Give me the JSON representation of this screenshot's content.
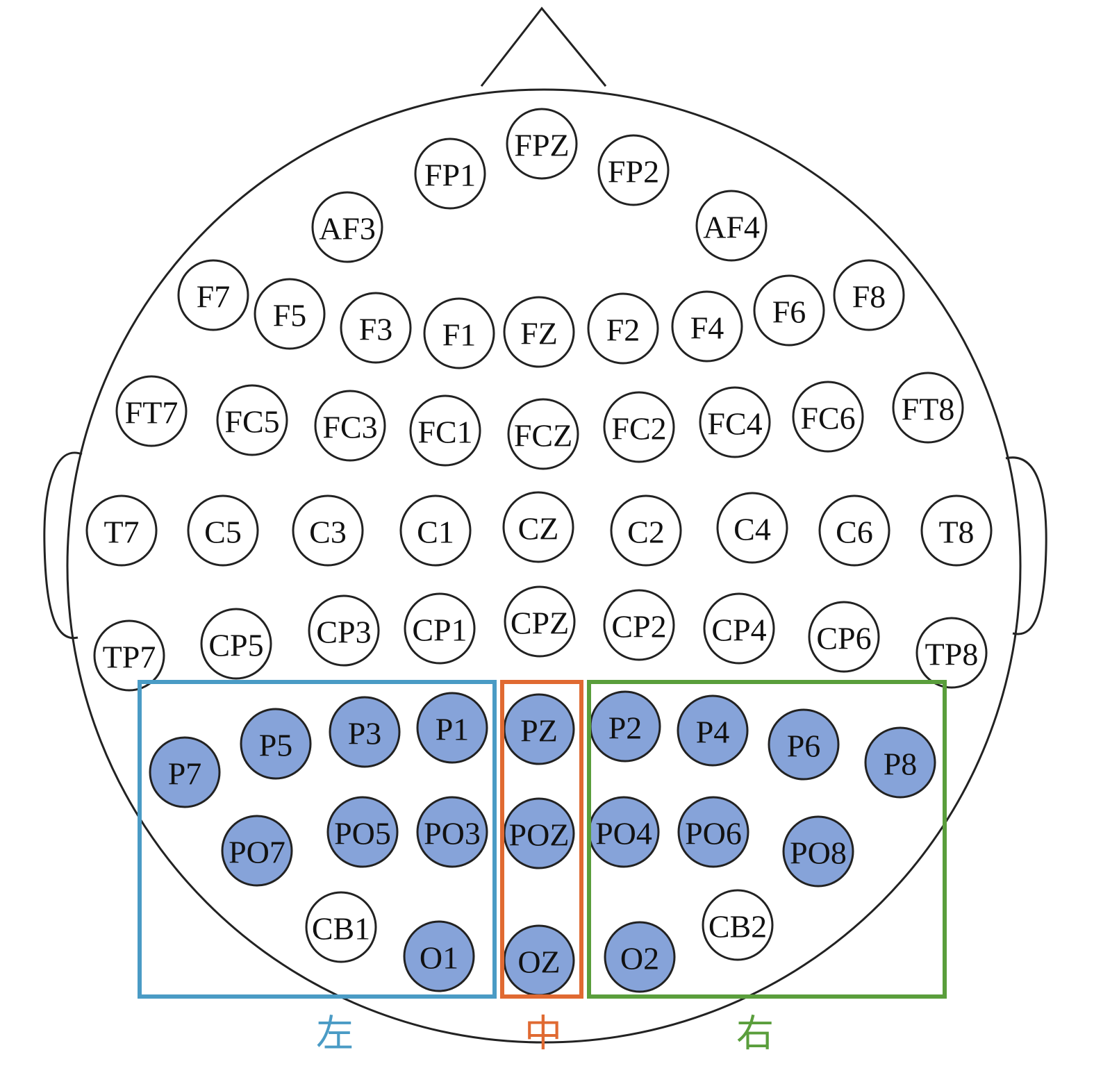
{
  "colors": {
    "highlight_fill": "#86a3d9",
    "plain_fill": "#ffffff",
    "outline": "#222222",
    "left_region": "#4a9bc5",
    "middle_region": "#e06a32",
    "right_region": "#5a9e3c"
  },
  "regions": {
    "left": {
      "label": "左"
    },
    "middle": {
      "label": "中"
    },
    "right": {
      "label": "右"
    }
  },
  "electrodes": [
    {
      "id": "FPZ",
      "highlighted": false
    },
    {
      "id": "FP1",
      "highlighted": false
    },
    {
      "id": "FP2",
      "highlighted": false
    },
    {
      "id": "AF3",
      "highlighted": false
    },
    {
      "id": "AF4",
      "highlighted": false
    },
    {
      "id": "F7",
      "highlighted": false
    },
    {
      "id": "F5",
      "highlighted": false
    },
    {
      "id": "F3",
      "highlighted": false
    },
    {
      "id": "F1",
      "highlighted": false
    },
    {
      "id": "FZ",
      "highlighted": false
    },
    {
      "id": "F2",
      "highlighted": false
    },
    {
      "id": "F4",
      "highlighted": false
    },
    {
      "id": "F6",
      "highlighted": false
    },
    {
      "id": "F8",
      "highlighted": false
    },
    {
      "id": "FT7",
      "highlighted": false
    },
    {
      "id": "FC5",
      "highlighted": false
    },
    {
      "id": "FC3",
      "highlighted": false
    },
    {
      "id": "FC1",
      "highlighted": false
    },
    {
      "id": "FCZ",
      "highlighted": false
    },
    {
      "id": "FC2",
      "highlighted": false
    },
    {
      "id": "FC4",
      "highlighted": false
    },
    {
      "id": "FC6",
      "highlighted": false
    },
    {
      "id": "FT8",
      "highlighted": false
    },
    {
      "id": "T7",
      "highlighted": false
    },
    {
      "id": "C5",
      "highlighted": false
    },
    {
      "id": "C3",
      "highlighted": false
    },
    {
      "id": "C1",
      "highlighted": false
    },
    {
      "id": "CZ",
      "highlighted": false
    },
    {
      "id": "C2",
      "highlighted": false
    },
    {
      "id": "C4",
      "highlighted": false
    },
    {
      "id": "C6",
      "highlighted": false
    },
    {
      "id": "T8",
      "highlighted": false
    },
    {
      "id": "TP7",
      "highlighted": false
    },
    {
      "id": "CP5",
      "highlighted": false
    },
    {
      "id": "CP3",
      "highlighted": false
    },
    {
      "id": "CP1",
      "highlighted": false
    },
    {
      "id": "CPZ",
      "highlighted": false
    },
    {
      "id": "CP2",
      "highlighted": false
    },
    {
      "id": "CP4",
      "highlighted": false
    },
    {
      "id": "CP6",
      "highlighted": false
    },
    {
      "id": "TP8",
      "highlighted": false
    },
    {
      "id": "P7",
      "highlighted": true
    },
    {
      "id": "P5",
      "highlighted": true
    },
    {
      "id": "P3",
      "highlighted": true
    },
    {
      "id": "P1",
      "highlighted": true
    },
    {
      "id": "PZ",
      "highlighted": true
    },
    {
      "id": "P2",
      "highlighted": true
    },
    {
      "id": "P4",
      "highlighted": true
    },
    {
      "id": "P6",
      "highlighted": true
    },
    {
      "id": "P8",
      "highlighted": true
    },
    {
      "id": "PO7",
      "highlighted": true
    },
    {
      "id": "PO5",
      "highlighted": true
    },
    {
      "id": "PO3",
      "highlighted": true
    },
    {
      "id": "POZ",
      "highlighted": true
    },
    {
      "id": "PO4",
      "highlighted": true
    },
    {
      "id": "PO6",
      "highlighted": true
    },
    {
      "id": "PO8",
      "highlighted": true
    },
    {
      "id": "CB1",
      "highlighted": false
    },
    {
      "id": "O1",
      "highlighted": true
    },
    {
      "id": "OZ",
      "highlighted": true
    },
    {
      "id": "O2",
      "highlighted": true
    },
    {
      "id": "CB2",
      "highlighted": false
    }
  ]
}
